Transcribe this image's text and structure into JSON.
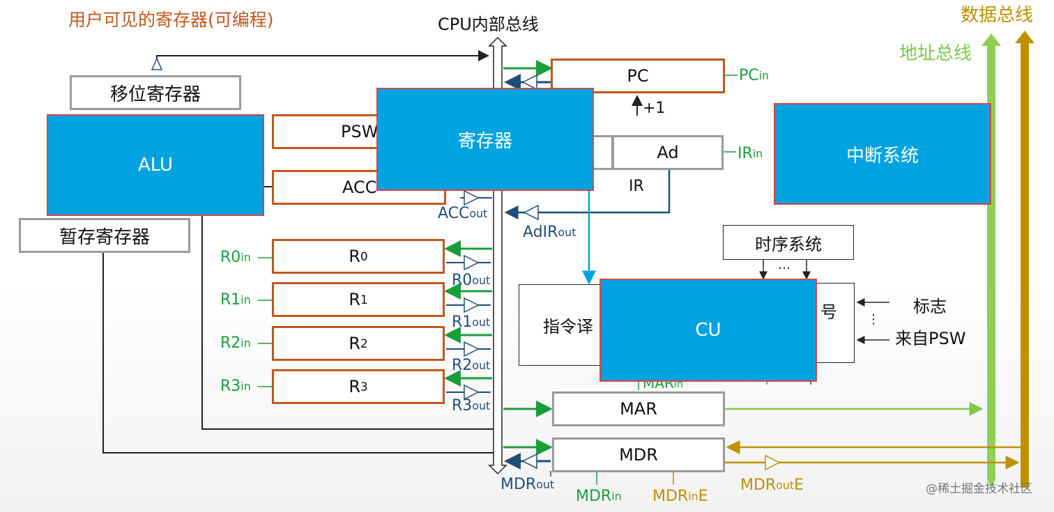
{
  "colors": {
    "register_border": "#c0571d",
    "gray_border": "#9a9a9a",
    "overlay_fill": "#00a3e0",
    "overlay_border": "#d64545",
    "in_signal": "#1a9e3c",
    "out_signal": "#1f4e79",
    "address_bus": "#7ec94a",
    "data_bus": "#bf8f00"
  },
  "header": {
    "user_visible_registers": "用户可见的寄存器(可编程)",
    "cpu_internal_bus": "CPU内部总线",
    "data_bus": "数据总线",
    "address_bus": "地址总线"
  },
  "registers": {
    "shift": "移位寄存器",
    "temp": "暂存寄存器",
    "psw": "PSW",
    "acc": "ACC",
    "pc": "PC",
    "pc_increment": "+1",
    "ad": "Ad",
    "ir": "IR",
    "r0": "R",
    "r0_sub": "0",
    "r1": "R",
    "r1_sub": "1",
    "r2": "R",
    "r2_sub": "2",
    "r3": "R",
    "r3_sub": "3",
    "mar": "MAR",
    "mdr": "MDR"
  },
  "overlays": {
    "alu": "ALU",
    "registers": "寄存器",
    "interrupt": "中断系统",
    "cu": "CU"
  },
  "control": {
    "timing": "时序系统",
    "timing_dots": "…",
    "decoder_partial": "指令译",
    "signal_partial": "号",
    "flags": "标志",
    "from_psw": "来自PSW",
    "vdots": "⋮"
  },
  "signals": {
    "pc_in": "PC",
    "pc_in_sub": "in",
    "ir_in": "IR",
    "ir_in_sub": "in",
    "acc_out": "ACC",
    "acc_out_sub": "out",
    "adir_out": "AdIR",
    "adir_out_sub": "out",
    "r0_in": "R0",
    "r0_in_sub": "in",
    "r1_in": "R1",
    "r1_in_sub": "in",
    "r2_in": "R2",
    "r2_in_sub": "in",
    "r3_in": "R3",
    "r3_in_sub": "in",
    "r0_out": "R0",
    "r0_out_sub": "out",
    "r1_out": "R1",
    "r1_out_sub": "out",
    "r2_out": "R2",
    "r2_out_sub": "out",
    "r3_out": "R3",
    "r3_out_sub": "out",
    "mar_in": "MAR",
    "mar_in_sub": "in",
    "mdr_out": "MDR",
    "mdr_out_sub": "out",
    "mdr_in": "MDR",
    "mdr_in_sub": "in",
    "mdr_in_e": "MDR",
    "mdr_in_e_sub": "in",
    "mdr_in_e_suffix": "E",
    "mdr_out_e": "MDR",
    "mdr_out_e_sub": "out",
    "mdr_out_e_suffix": "E"
  },
  "watermark": "@稀土掘金技术社区"
}
